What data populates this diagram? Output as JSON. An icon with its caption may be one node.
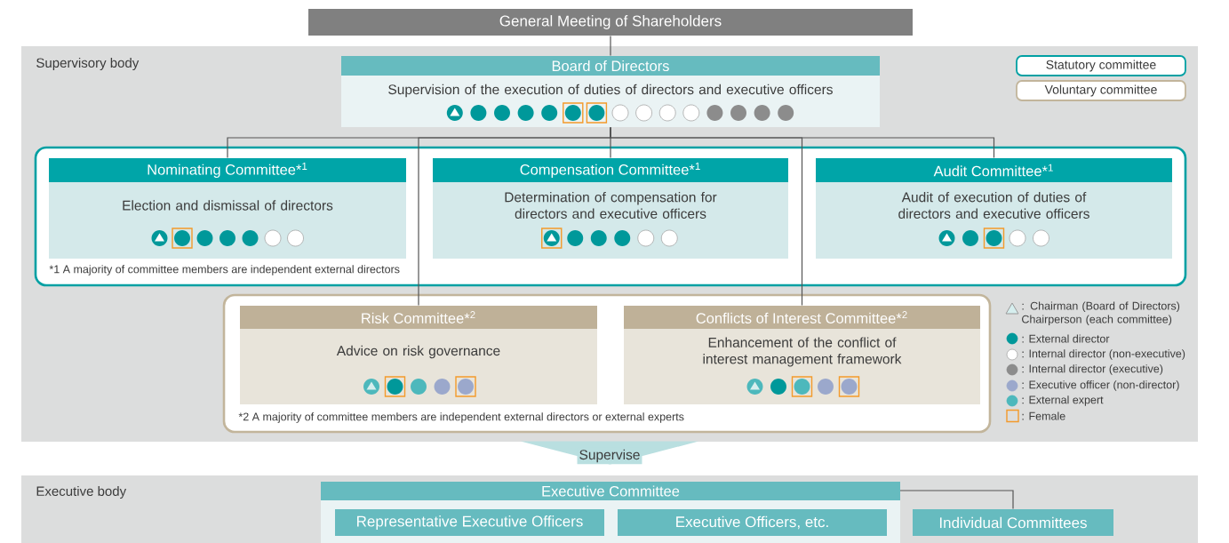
{
  "diagram": {
    "nodes": [
      {
        "text": [
          "General Meeting of Shareholders"
        ]
      },
      {
        "text": [
          "Supervisory body"
        ]
      },
      {
        "text": [
          "Board of Directors",
          "Supervision of the execution of duties of directors and executive officers"
        ],
        "in": 1
      },
      {
        "text": [],
        "shape": "box",
        "in": 1
      },
      {
        "text": [
          "Nominating Committee*$^{1}$",
          "Election and dismissal of directors"
        ],
        "in": 3
      },
      {
        "text": [
          "Compensation Committee*$^{1}$",
          "Determination of compensation for directors and executive officers"
        ],
        "in": 3
      },
      {
        "text": [
          "Audit Committee*$^{1}$",
          "Audit of execution of duties of directors and executive officers"
        ],
        "in": 3
      },
      {
        "text": [],
        "shape": "box",
        "in": 1
      },
      {
        "text": [
          "Risk Committee*$^{2}$",
          "Advice on risk governance"
        ],
        "in": 7
      },
      {
        "text": [
          "Conflicts of Interest Committee*$^{2}$",
          "Enhancement of the conflict of interest management framework"
        ],
        "in": 7
      },
      {
        "text": [
          "Executive body"
        ]
      },
      {
        "text": [
          "Executive Committee"
        ],
        "in": 10
      },
      {
        "text": [
          "Representative Executive Officers"
        ],
        "in": 11
      },
      {
        "text": [
          "Executive Officers, etc."
        ],
        "in": 11
      },
      {
        "text": [
          "Individual Committees"
        ],
        "in": 10
      }
    ],
    "edges": [
      {
        "from": 0,
        "to": 2,
        "arrow": "none"
      },
      {
        "from": 2,
        "to": 4,
        "arrow": "none"
      },
      {
        "from": 2,
        "to": 5,
        "arrow": "none"
      },
      {
        "from": 2,
        "to": 6,
        "arrow": "none"
      },
      {
        "from": 2,
        "to": 8,
        "arrow": "none"
      },
      {
        "from": 2,
        "to": 9,
        "arrow": "none"
      },
      {
        "from": 1,
        "to": 10,
        "arrow": "to",
        "label": "Supervise",
        "style": "thick",
        "color": "#b9dfe0"
      },
      {
        "from": 11,
        "to": 14,
        "arrow": "none"
      }
    ],
    "labels": [
      "*1 A majority of committee members are independent external directors",
      "*2 A majority of committee members are independent external directors or external experts"
    ],
    "legend": [
      {
        "text": "Statutory committee"
      },
      {
        "text": "Voluntary committee"
      },
      {
        "text": ": Chairman (Board of Directors) Chairperson (each committee)"
      },
      {
        "text": ": External director",
        "color": "#00989a"
      },
      {
        "text": ": Internal director (non-executive)",
        "color": "#ffffff"
      },
      {
        "text": ": Internal director (executive)",
        "color": "#8c8c8c"
      },
      {
        "text": ": Executive officer (non-director)",
        "color": "#9ba8cc"
      },
      {
        "text": ": External expert",
        "color": "#4db8bc"
      },
      {
        "text": ": Female"
      }
    ]
  }
}
